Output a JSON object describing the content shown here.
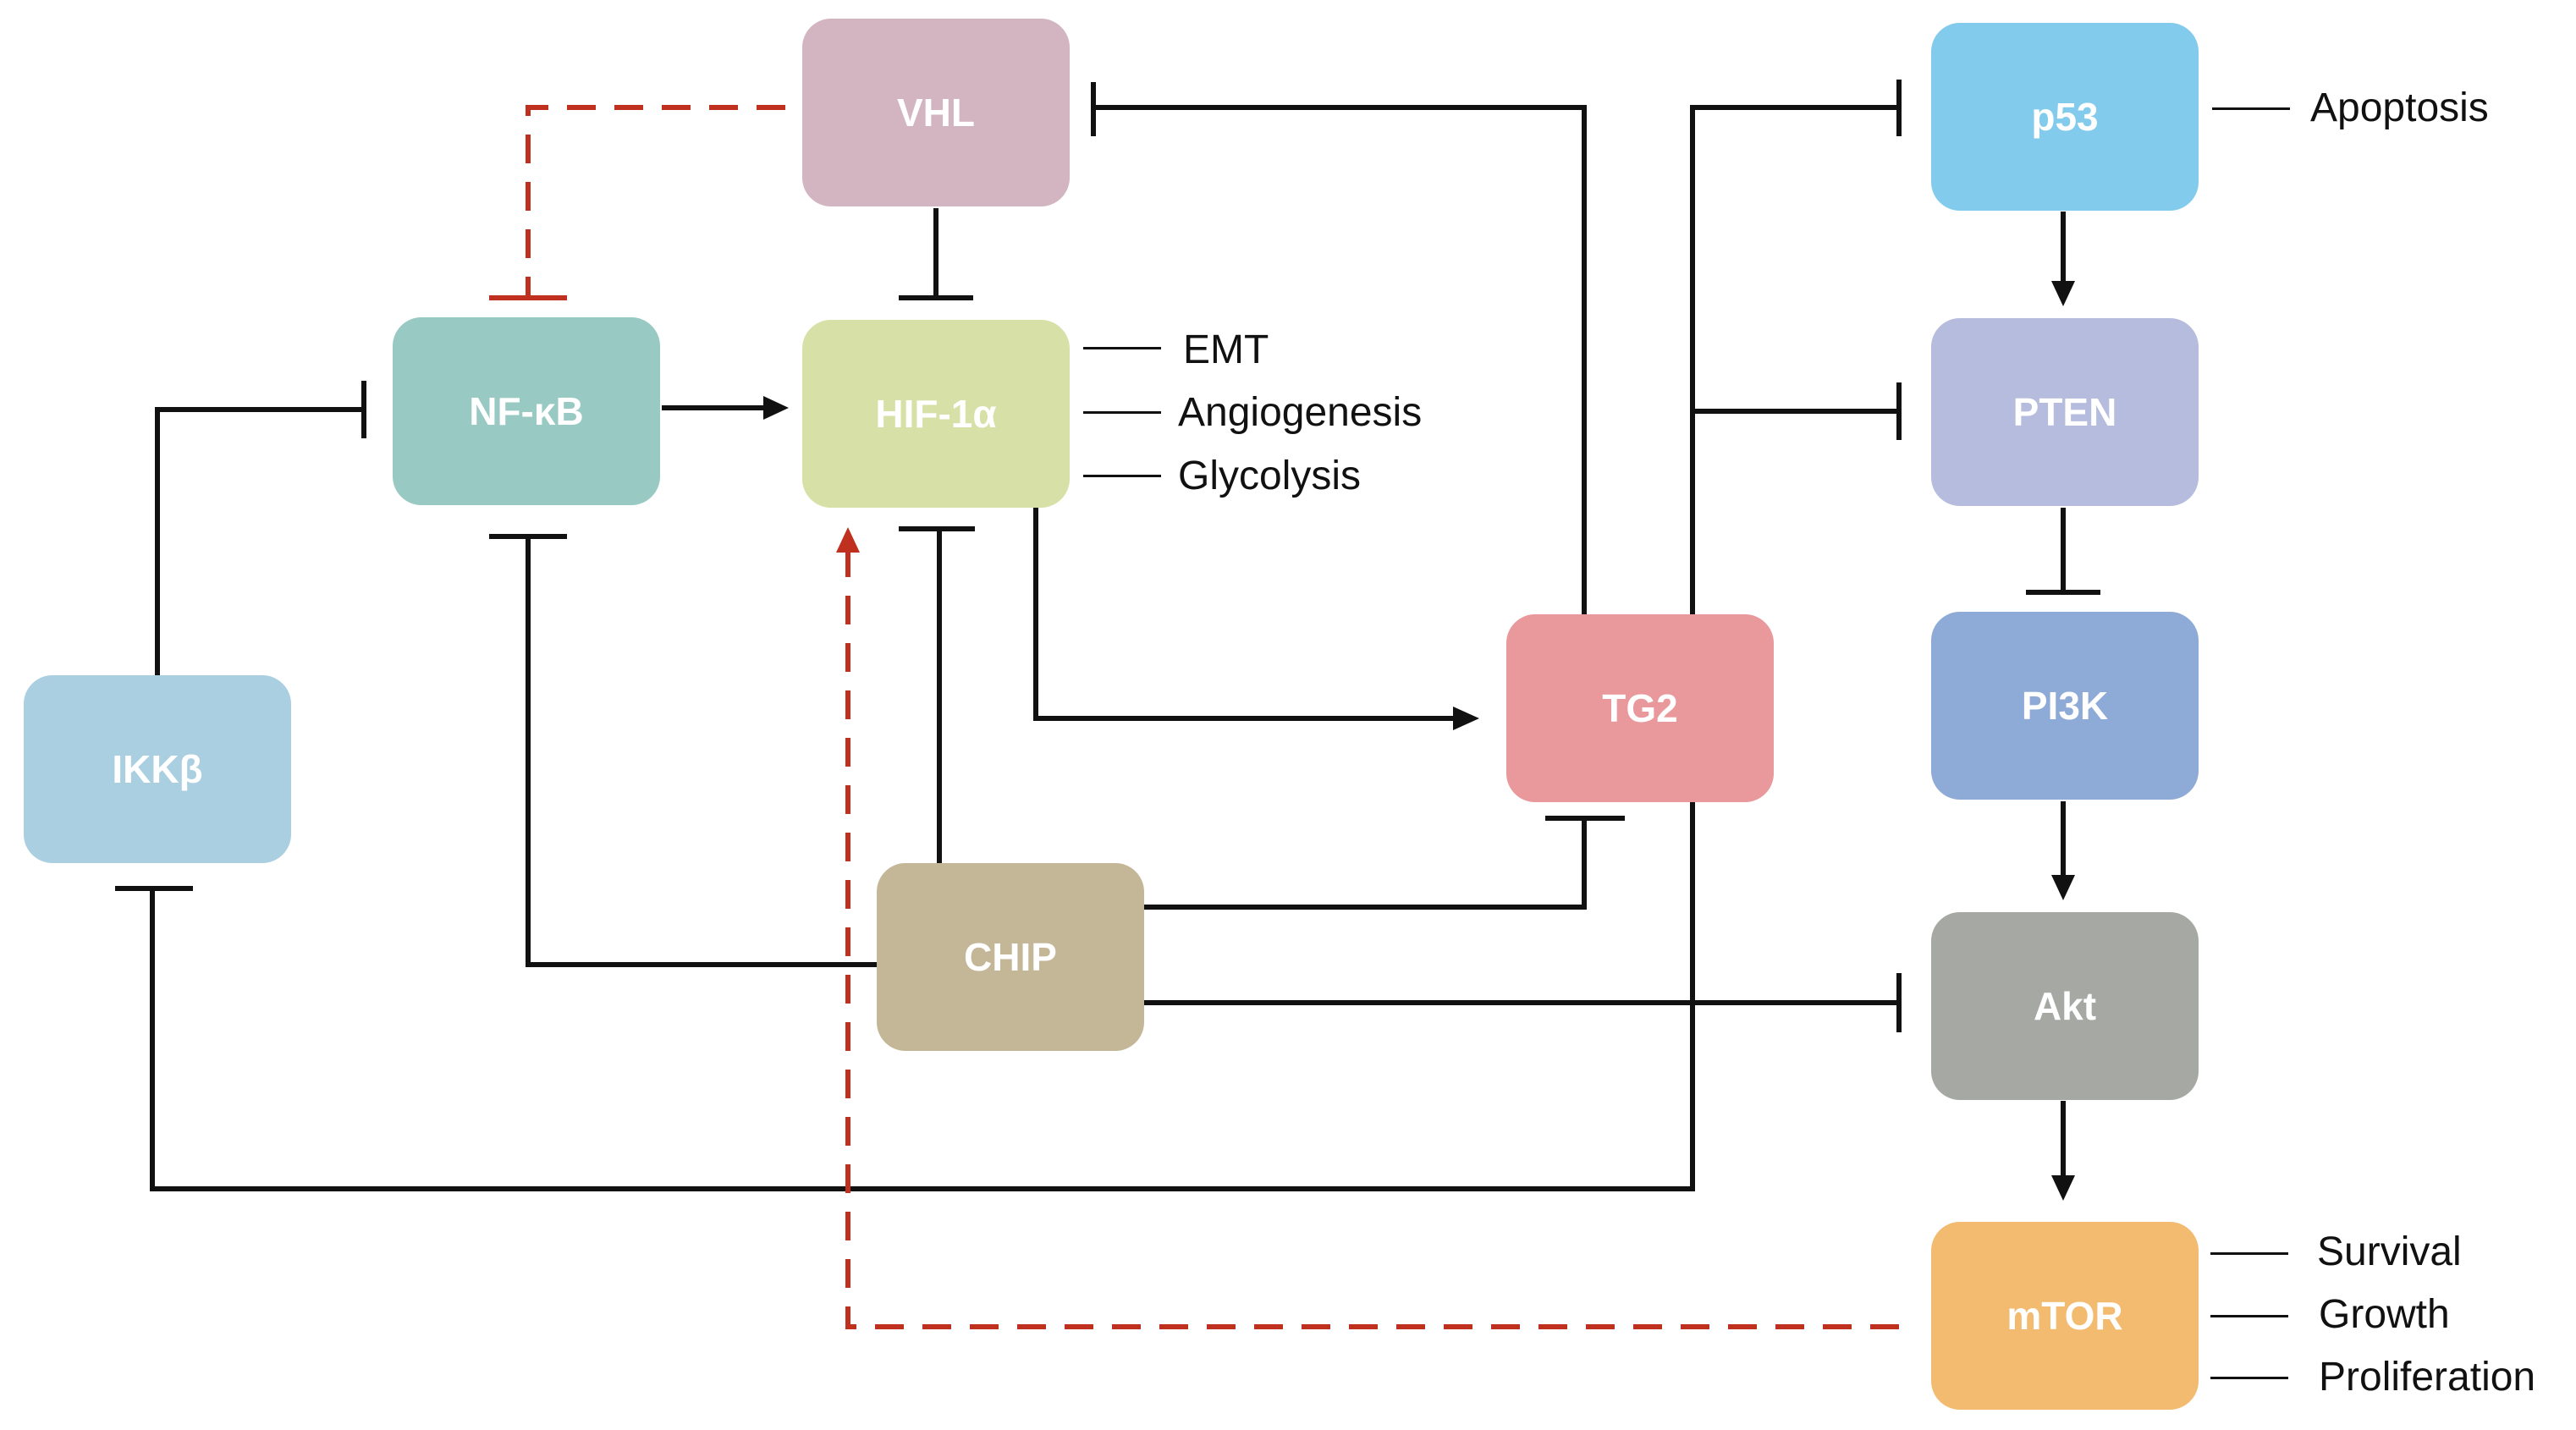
{
  "nodes": {
    "vhl": {
      "label": "VHL",
      "color": "#d3b4c1"
    },
    "nfkb": {
      "label": "NF-κB",
      "color": "#98c9c2"
    },
    "hif1a": {
      "label": "HIF-1α",
      "color": "#d7e0a7"
    },
    "ikkb": {
      "label": "IKKβ",
      "color": "#a9cfe0"
    },
    "chip": {
      "label": "CHIP",
      "color": "#c3b797"
    },
    "tg2": {
      "label": "TG2",
      "color": "#e9989b"
    },
    "p53": {
      "label": "p53",
      "color": "#82cbec"
    },
    "pten": {
      "label": "PTEN",
      "color": "#b6bcdd"
    },
    "pi3k": {
      "label": "PI3K",
      "color": "#8eaad6"
    },
    "akt": {
      "label": "Akt",
      "color": "#a6a8a3"
    },
    "mtor": {
      "label": "mTOR",
      "color": "#f3bb70"
    }
  },
  "outcomes": {
    "hif1a": [
      "EMT",
      "Angiogenesis",
      "Glycolysis"
    ],
    "p53": [
      "Apoptosis"
    ],
    "mtor": [
      "Survival",
      "Growth",
      "Proliferation"
    ]
  },
  "colors": {
    "line": "#111111",
    "dashed": "#c0301f"
  }
}
